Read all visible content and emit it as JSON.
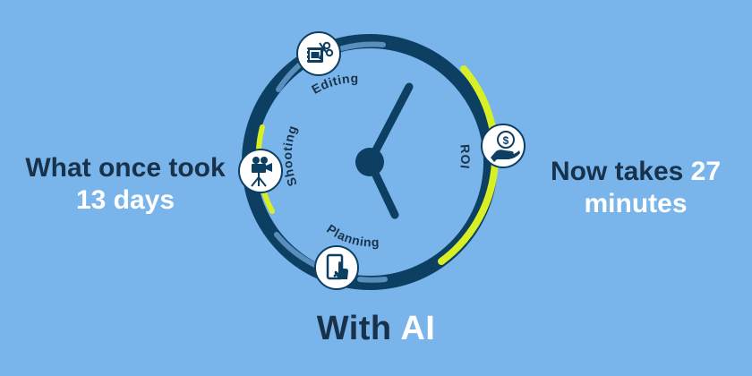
{
  "left": {
    "line1": "What once took",
    "line2": "13 days"
  },
  "right": {
    "line1_prefix": "Now takes",
    "line1_highlight": "27",
    "line2": "minutes"
  },
  "bottom": {
    "prefix": "With",
    "highlight": "AI"
  },
  "stages": [
    {
      "id": "editing",
      "label": "Editing",
      "icon": "film-scissors-icon"
    },
    {
      "id": "roi",
      "label": "ROI",
      "icon": "hand-dollar-coin-icon"
    },
    {
      "id": "planning",
      "label": "Planning",
      "icon": "tablet-touch-icon"
    },
    {
      "id": "shooting",
      "label": "Shooting",
      "icon": "movie-camera-icon"
    }
  ],
  "colors": {
    "background": "#79b4ea",
    "dark": "#17324a",
    "ring": "#0d3f63",
    "accent": "#d8ef26",
    "track": "#5a8fbd",
    "white": "#ffffff"
  }
}
